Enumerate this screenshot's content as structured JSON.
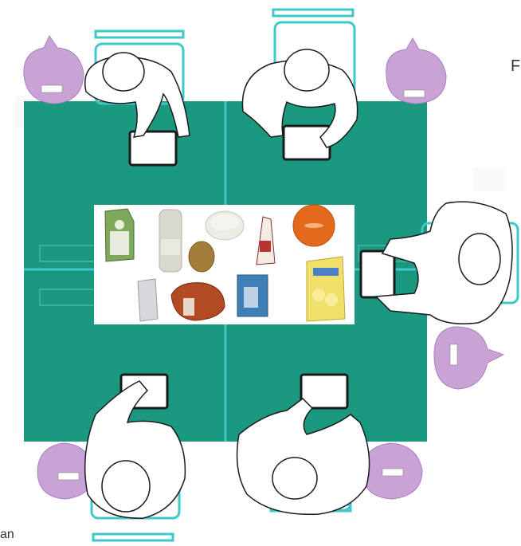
{
  "page": {
    "right_edge_text": "F",
    "bottom_edge_text": "an"
  },
  "colors": {
    "table": "#1a9880",
    "table_line": "#3ec9c9",
    "chair": "#3ec9c9",
    "bag": "#c9a3d6",
    "bag_dark": "#a97fc0",
    "line": "#1a1a1a"
  },
  "participants": [
    {
      "id": "top-left"
    },
    {
      "id": "top-center"
    },
    {
      "id": "right"
    },
    {
      "id": "bottom-left"
    },
    {
      "id": "bottom-center"
    }
  ],
  "items": [
    {
      "name": "milk-carton"
    },
    {
      "name": "white-bottle"
    },
    {
      "name": "round-tin"
    },
    {
      "name": "cheese-wedge"
    },
    {
      "name": "orange-lid"
    },
    {
      "name": "brown-jar"
    },
    {
      "name": "tube"
    },
    {
      "name": "bread-bag"
    },
    {
      "name": "blue-box"
    },
    {
      "name": "lemon-pack"
    }
  ]
}
